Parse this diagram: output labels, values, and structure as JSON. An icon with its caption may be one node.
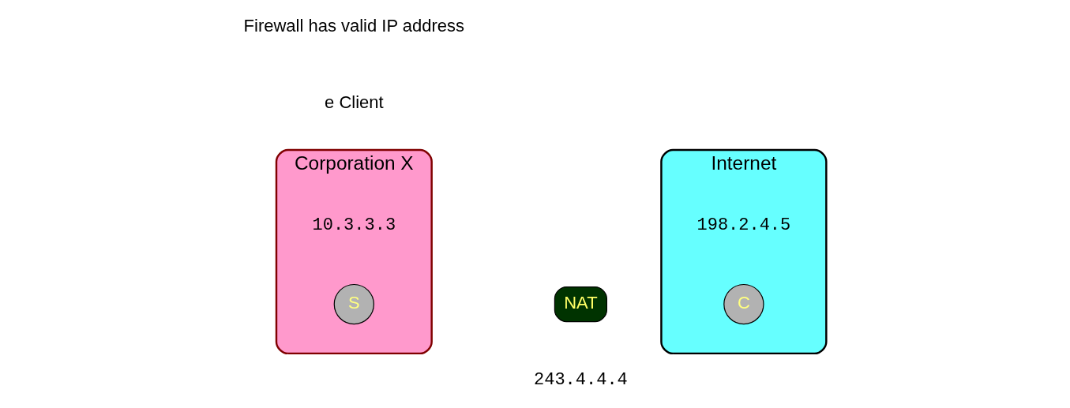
{
  "diagram": {
    "nodes": [
      {
        "text": [
          "Corporation X"
        ]
      },
      {
        "text": [
          "S"
        ],
        "in": 0,
        "beside": [
          "10.3.3.3"
        ]
      },
      {
        "text": [
          "NAT"
        ],
        "beside": [
          "243.4.4.4"
        ]
      },
      {
        "text": [
          "Internet"
        ]
      },
      {
        "text": [
          "C"
        ],
        "in": 3,
        "beside": [
          "198.2.4.5"
        ]
      }
    ],
    "edges": [],
    "labels": [
      "e Client",
      "Firewall has valid IP address"
    ]
  }
}
